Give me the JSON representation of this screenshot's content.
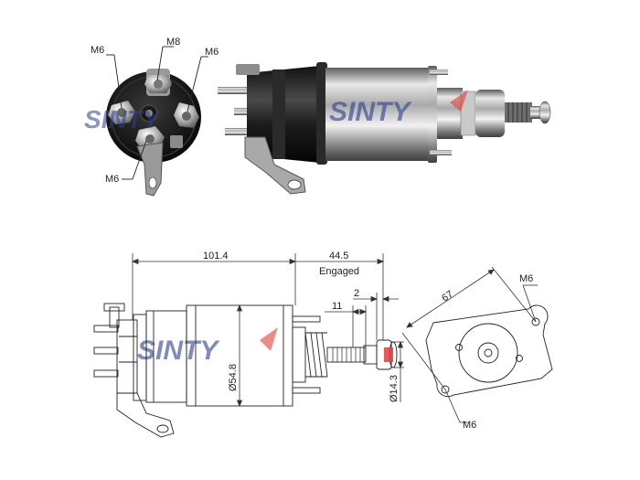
{
  "watermark": {
    "brand": "SINTY",
    "color": "#2b3f8f",
    "accent": "#e0403a"
  },
  "photo_end_view": {
    "labels": {
      "top_left": "M6",
      "top_center": "M8",
      "top_right": "M6",
      "bottom": "M6"
    }
  },
  "side_drawing": {
    "length": "101.4",
    "stroke": "44.5",
    "stroke_note": "Engaged",
    "dim_11": "11",
    "dim_2": "2",
    "diameter_body": "Ø54.8",
    "diameter_plunger": "Ø14.3"
  },
  "flange_drawing": {
    "distance": "67",
    "top_hole": "M6",
    "bottom_hole": "M6"
  }
}
